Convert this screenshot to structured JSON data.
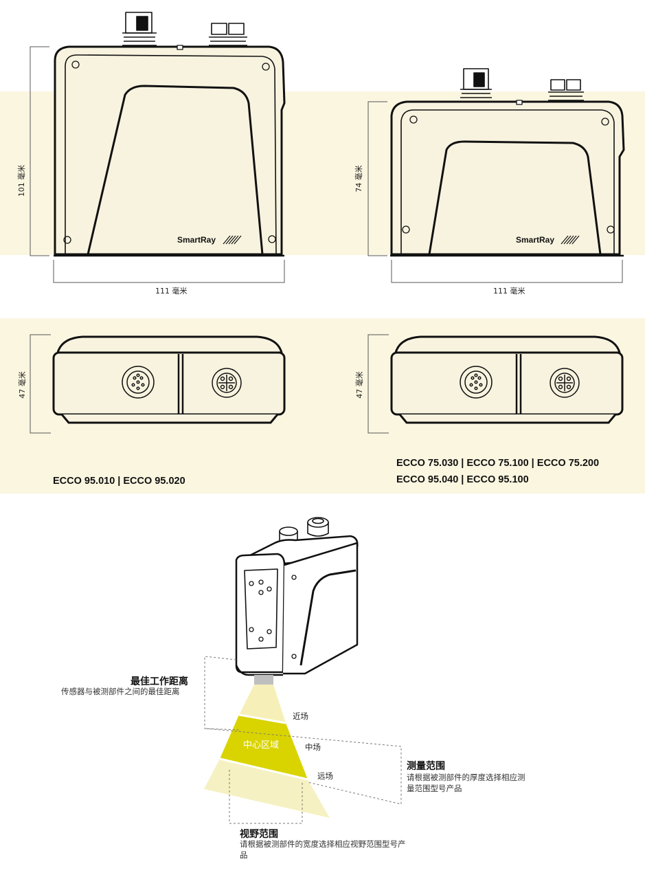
{
  "colors": {
    "band": "#fbf6e0",
    "device_fill": "#f8f3df",
    "outline": "#111111",
    "cone_light": "#f6f0b8",
    "cone_center": "#d9d400",
    "cone_far": "#f6f1c2"
  },
  "drawings": {
    "top_left": {
      "height_label": "101 毫米",
      "width_label": "111 毫米",
      "brand": "SmartRay"
    },
    "top_right": {
      "height_label": "74 毫米",
      "width_label": "111 毫米",
      "brand": "SmartRay"
    },
    "front_left": {
      "height_label": "47 毫米"
    },
    "front_right": {
      "height_label": "47 毫米"
    }
  },
  "models": {
    "left": "ECCO 95.010 | ECCO 95.020",
    "right_line1": "ECCO 75.030 | ECCO 75.100 | ECCO 75.200",
    "right_line2": "ECCO 95.040 | ECCO 95.100"
  },
  "measurement": {
    "best_distance": {
      "title": "最佳工作距离",
      "text": "传感器与被测部件之间的最佳距离"
    },
    "zones": {
      "near": "近场",
      "center": "中心区域",
      "mid": "中场",
      "far": "远场"
    },
    "range": {
      "title": "测量范围",
      "text": "请根据被测部件的厚度选择相应测量范围型号产品"
    },
    "fov": {
      "title": "视野范围",
      "text": "请根据被测部件的宽度选择相应视野范围型号产品"
    }
  }
}
